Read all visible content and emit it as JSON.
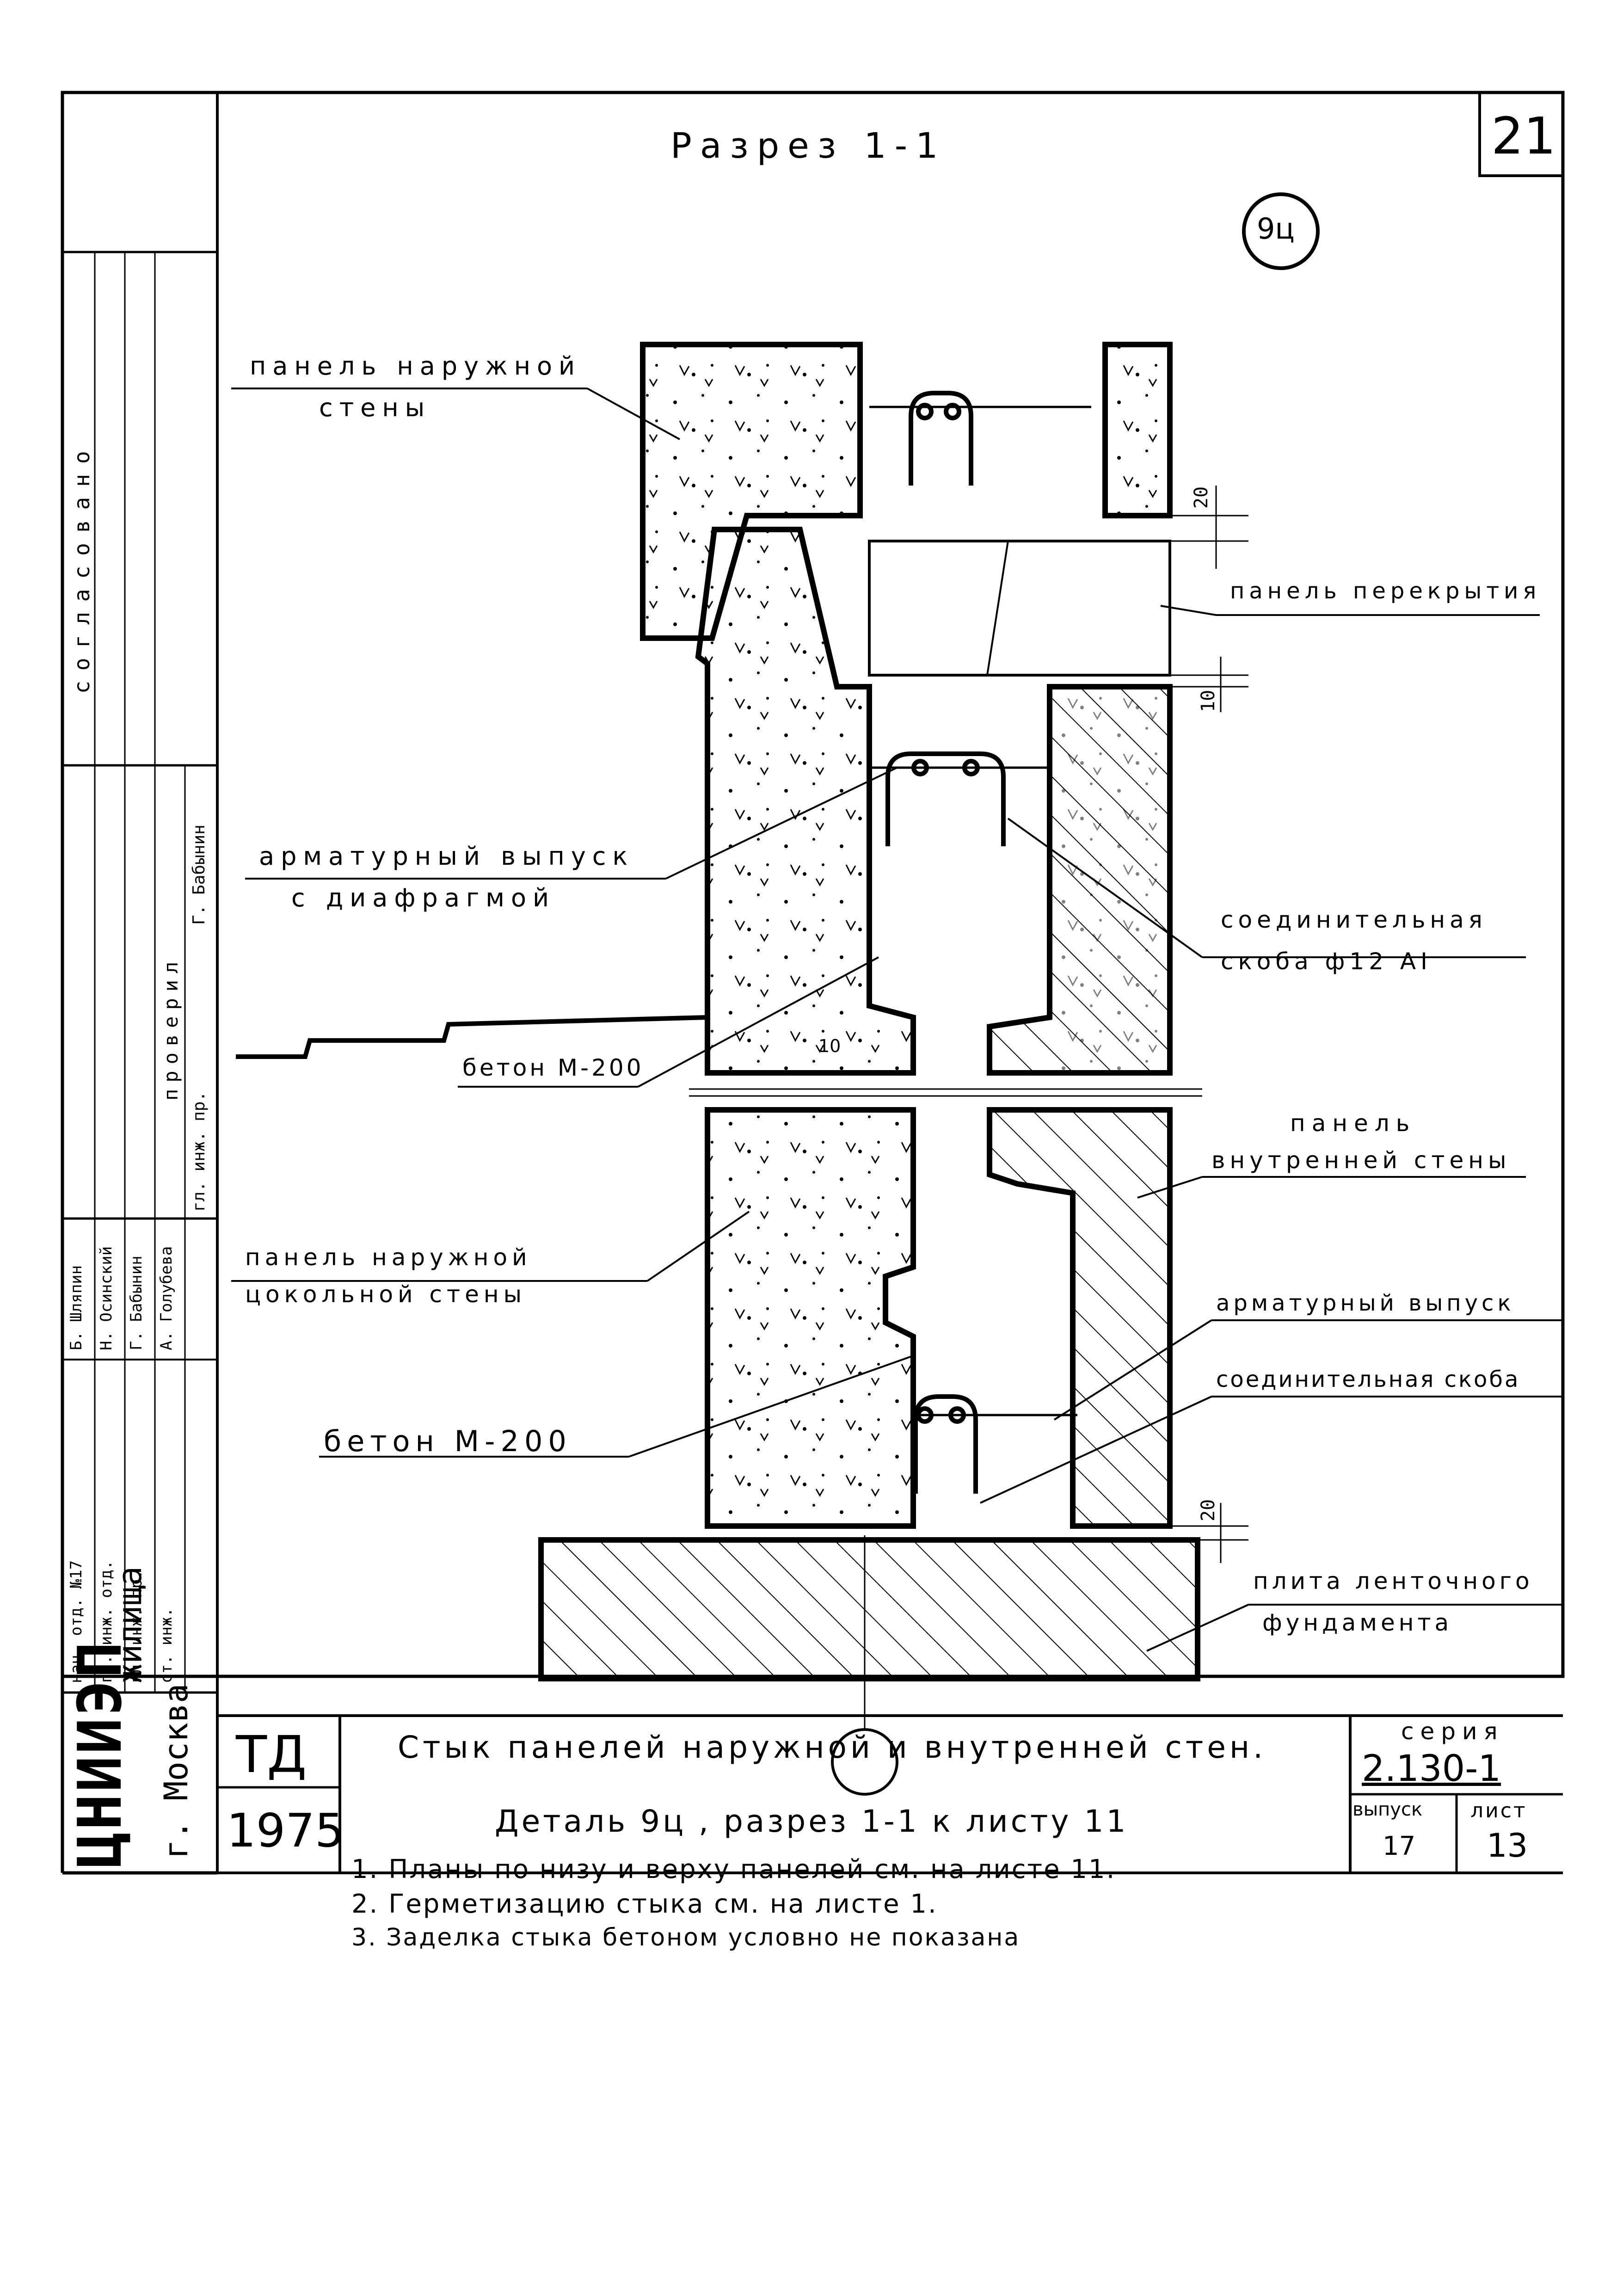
{
  "sheet_number": "21",
  "section_title": "Разрез 1-1",
  "detail_mark": "9ц",
  "labels": {
    "outer_panel": [
      "панель наружной",
      "стены"
    ],
    "floor_panel": "панель перекрытия",
    "rebar_diaphragm": [
      "арматурный выпуск",
      "с диафрагмой"
    ],
    "bracket_12": [
      "соединительная",
      "скоба ф12 АI"
    ],
    "concrete_upper": "бетон М-200",
    "inner_panel": [
      "панель",
      "внутренней стены"
    ],
    "plinth_panel": [
      "панель наружной",
      "цокольной стены"
    ],
    "rebar_release": "арматурный выпуск",
    "bracket": "соединительная скоба",
    "concrete_lower": "бетон М-200",
    "foundation": [
      "плита ленточного",
      "фундамента"
    ]
  },
  "dimensions": {
    "top_gap": "20",
    "mid_gap": "10",
    "bottom_gap": "20",
    "joint_gap": "10"
  },
  "notes": [
    "1. Планы по низу и верху панелей см. на листе 11.",
    "2. Герметизацию стыка см. на листе 1.",
    "3. Заделка стыка бетоном условно не показана"
  ],
  "approval": {
    "agreed": "согласовано",
    "checked": "проверил",
    "checked_role": "гл. инж. пр.",
    "checked_name": "Г. Бабынин",
    "roles": [
      "нач. отд. №17",
      "гл. инж. отд.",
      "гл. инж. пр.",
      "ст. инж."
    ],
    "names": [
      "Б. Шляпин",
      "Н. Осинский",
      "Г. Бабынин",
      "А. Голубева"
    ]
  },
  "org": {
    "name": "ЦНИИЭП",
    "sub": "жилища",
    "city": "г. Москва"
  },
  "title_block": {
    "code": "ТД",
    "year": "1975",
    "title": "Стык панелей наружной и внутренней стен.",
    "subtitle": "Деталь 9ц , разрез 1-1 к листу 11",
    "series_label": "серия",
    "series": "2.130-1",
    "issue_label": "выпуск",
    "issue": "17",
    "sheet_label": "лист",
    "sheet": "13"
  }
}
